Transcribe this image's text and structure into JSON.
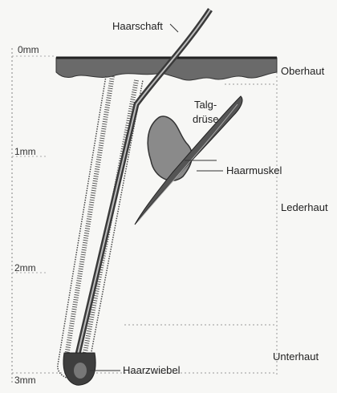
{
  "diagram": {
    "scale": [
      "0mm",
      "1mm",
      "2mm",
      "3mm"
    ],
    "labels": {
      "haarschaft": "Haarschaft",
      "oberhaut": "Oberhaut",
      "talgdruese_line1": "Talg-",
      "talgdruese_line2": "drüse",
      "haarmuskel": "Haarmuskel",
      "lederhaut": "Lederhaut",
      "unterhaut": "Unterhaut",
      "haarzwiebel": "Haarzwiebel"
    }
  }
}
